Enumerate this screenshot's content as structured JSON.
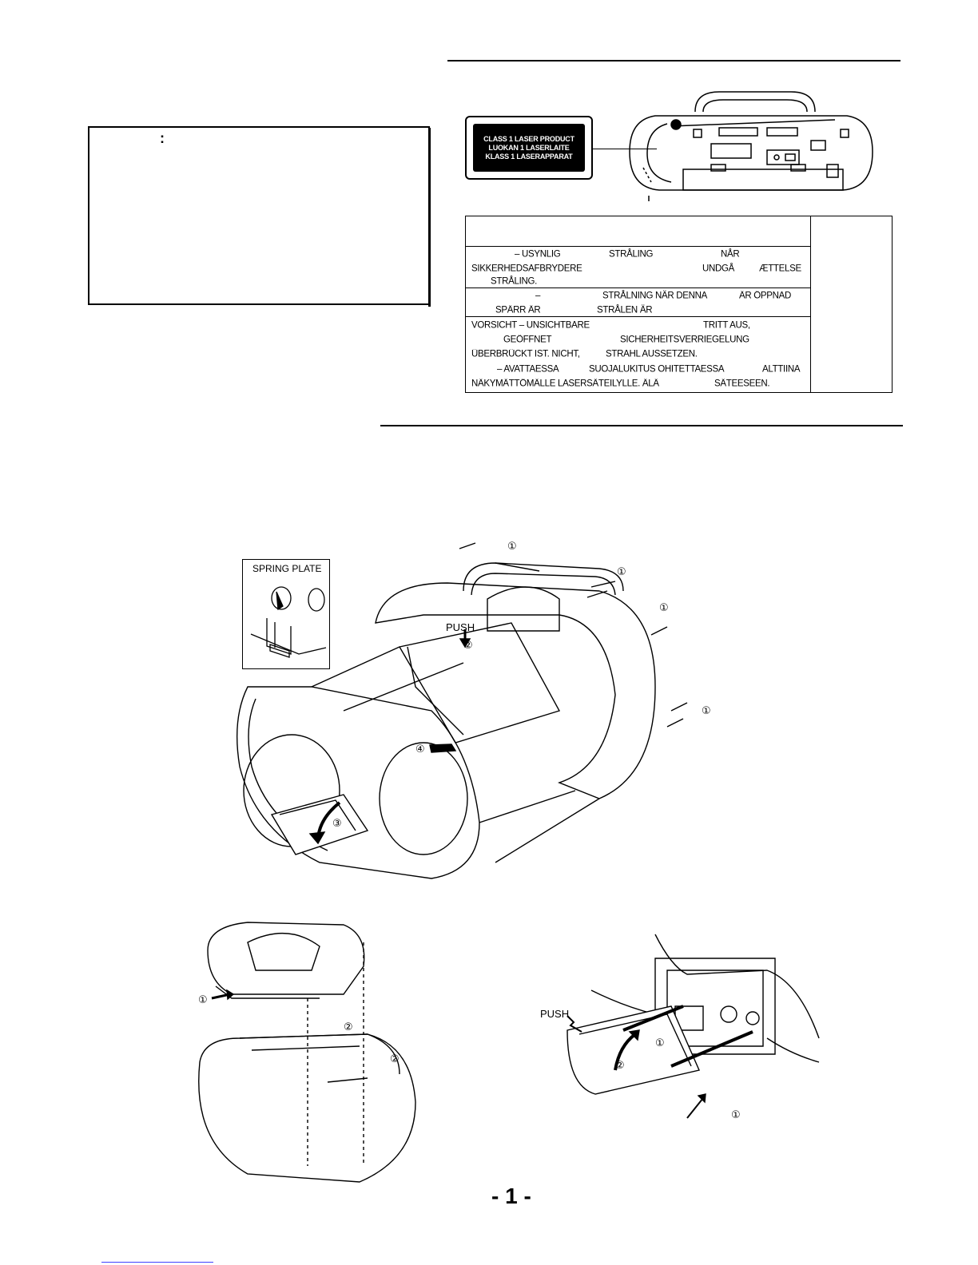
{
  "notice": {
    "colon": ":"
  },
  "laser_label": {
    "line1": "CLASS 1 LASER PRODUCT",
    "line2": "LUOKAN 1 LASERLAITE",
    "line3": "KLASS 1 LASERAPPARAT"
  },
  "warning_table": {
    "rows": [
      {
        "id": "dk",
        "lines": [
          [
            "– USYNLIG",
            "STRÅLING",
            "NÅR"
          ],
          [
            "SIKKERHEDSAFBRYDERE",
            "UNDGÅ",
            "ÆTTELSE"
          ],
          [
            "STRÅLING."
          ]
        ]
      },
      {
        "id": "se",
        "lines": [
          [
            "–",
            "STRÅLNING NÄR DENNA",
            "ÄR ÖPPNAD"
          ],
          [
            "SPÄRR ÄR",
            "STRÅLEN ÄR"
          ]
        ]
      },
      {
        "id": "de_fi",
        "lines": [
          [
            "VORSICHT – UNSICHTBARE",
            "TRITT AUS,"
          ],
          [
            "GEÖFFNET",
            "SICHERHEITSVERRIEGELUNG"
          ],
          [
            "ÜBERBRÜCKT IST. NICHT,",
            "STRAHL AUSSETZEN."
          ],
          [
            "– AVATTAESSA",
            "SUOJALUKITUS OHITETTAESSA",
            "ALTTIINA"
          ],
          [
            "NÄKYMÄTTÖMÄLLE LASERSÄTEILYLLE. ÄLÄ",
            "SÄTEESEEN."
          ]
        ]
      }
    ]
  },
  "figure_main": {
    "spring_plate_label": "SPRING PLATE",
    "push_label": "PUSH",
    "callouts": [
      "①",
      "①",
      "①",
      "①",
      "②",
      "③",
      "④"
    ]
  },
  "figure_bottom_right": {
    "push_label": "PUSH",
    "callouts": [
      "①",
      "①",
      "②"
    ]
  },
  "figure_bottom_left": {
    "callouts": [
      "①",
      "②",
      "②"
    ]
  },
  "page_number": "- 1 -"
}
